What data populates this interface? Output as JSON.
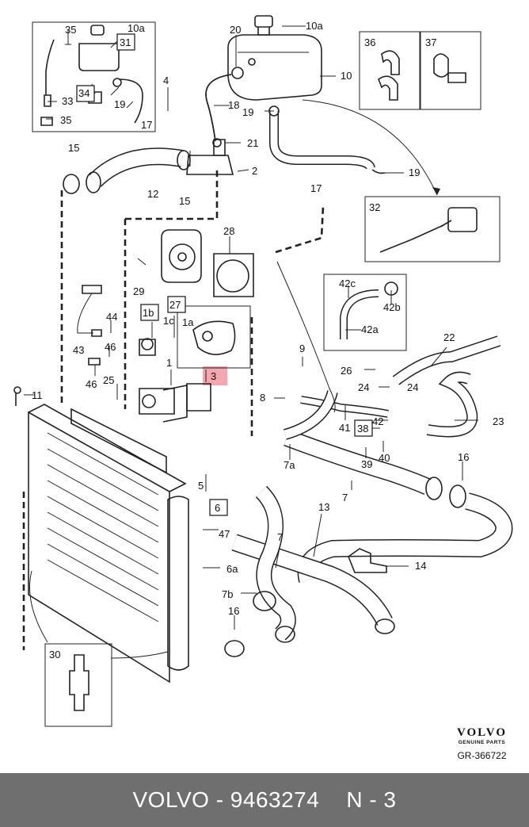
{
  "labels": {
    "p35a": "35",
    "p10a_inset": "10a",
    "p31": "31",
    "p34": "34",
    "p33": "33",
    "p19_inset": "19",
    "p35b": "35",
    "p17_inset": "17",
    "p20": "20",
    "p10a": "10a",
    "p10": "10",
    "p18": "18",
    "p19a": "19",
    "p4": "4",
    "p21": "21",
    "p15a": "15",
    "p2": "2",
    "p12": "12",
    "p15b": "15",
    "p17": "17",
    "p19b": "19",
    "p36": "36",
    "p37": "37",
    "p32": "32",
    "p28": "28",
    "p29": "29",
    "p27": "27",
    "p1b": "1b",
    "p1c": "1c",
    "p1a": "1a",
    "p3": "3",
    "p1": "1",
    "p44": "44",
    "p43": "43",
    "p46a": "46",
    "p46b": "46",
    "p25": "25",
    "p11": "11",
    "p42c": "42c",
    "p42b": "42b",
    "p42a": "42a",
    "p9": "9",
    "p22": "22",
    "p26": "26",
    "p24a": "24",
    "p24b": "24",
    "p23": "23",
    "p8": "8",
    "p41": "41",
    "p38": "38",
    "p42": "42",
    "p39": "39",
    "p40": "40",
    "p7a": "7a",
    "p16a": "16",
    "p7b_main": "7",
    "p5": "5",
    "p6": "6",
    "p13": "13",
    "p47": "47",
    "p6a": "6a",
    "p7": "7",
    "p14": "14",
    "p7b": "7b",
    "p16b": "16",
    "p30": "30"
  },
  "highlighted_part": "3",
  "brand": {
    "logo": "VOLVO",
    "tagline": "GENUINE PARTS",
    "drawing_code": "GR-366722"
  },
  "footer": {
    "brand": "VOLVO",
    "separator": "-",
    "part_number": "9463274",
    "position": "N - 3"
  },
  "colors": {
    "highlight": "#f08a93",
    "footer_bg": "#6f6f6f",
    "footer_text": "#ffffff"
  }
}
